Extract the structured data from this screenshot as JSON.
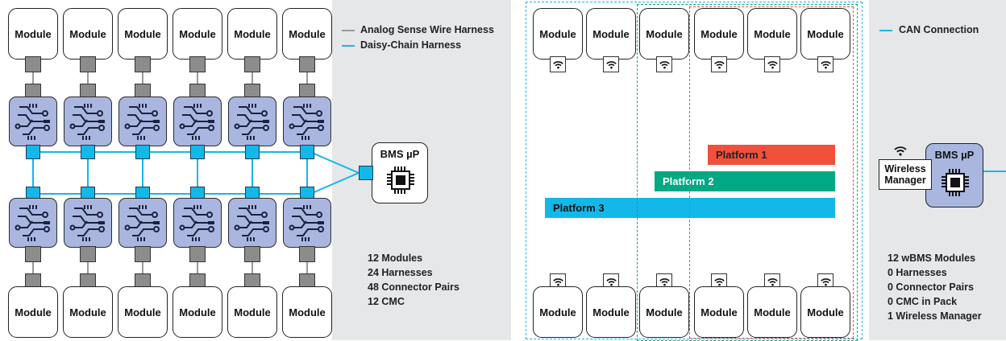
{
  "left_panel": {
    "module_label": "Module",
    "legend": {
      "items": [
        {
          "label": "Analog Sense Wire Harness",
          "color": "#9a9a9a"
        },
        {
          "label": "Daisy-Chain Harness",
          "color": "#14b8e8"
        }
      ]
    },
    "controller_label": "BMS µP",
    "stats": [
      "12 Modules",
      "24 Harnesses",
      "48 Connector Pairs",
      "12 CMC"
    ]
  },
  "right_panel": {
    "module_label": "Module",
    "legend": {
      "items": [
        {
          "label": "CAN Connection",
          "color": "#14b8e8"
        }
      ]
    },
    "platforms": [
      {
        "label": "Platform 1",
        "color": "#f0503c"
      },
      {
        "label": "Platform 2",
        "color": "#00a884"
      },
      {
        "label": "Platform 3",
        "color": "#14b8e8"
      }
    ],
    "wireless_manager_label": "Wireless\nManager",
    "controller_label": "BMS µP",
    "stats": [
      "12 wBMS Modules",
      "0 Harnesses",
      "0 Connector Pairs",
      "0 CMC in Pack",
      "1 Wireless Manager"
    ]
  },
  "colors": {
    "panel_bg": "#e6e7e8",
    "cmc_fill": "#a9b6df",
    "accent": "#14b8e8"
  },
  "icons": [
    "chip-icon",
    "wifi-icon",
    "circuit-icon"
  ]
}
